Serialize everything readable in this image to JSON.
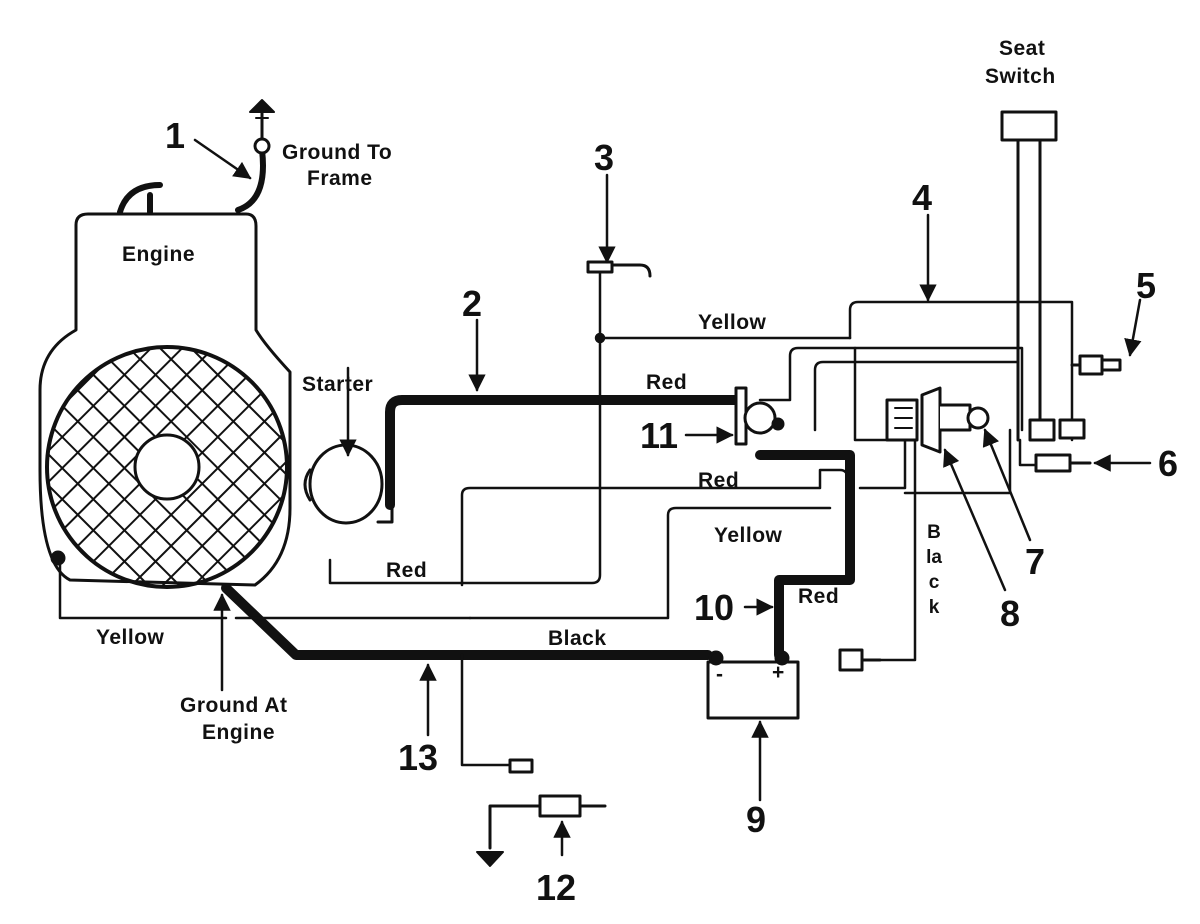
{
  "diagram": {
    "labels": {
      "seat_switch_line1": "Seat",
      "seat_switch_line2": "Switch",
      "ground_to_frame_line1": "Ground To",
      "ground_to_frame_line2": "Frame",
      "engine": "Engine",
      "starter": "Starter",
      "ground_at_engine_line1": "Ground At",
      "ground_at_engine_line2": "Engine",
      "battery_minus": "-",
      "battery_plus": "+"
    },
    "wires": {
      "yellow_top": "Yellow",
      "red_top": "Red",
      "red_mid": "Red",
      "yellow_mid": "Yellow",
      "red_left": "Red",
      "yellow_left": "Yellow",
      "black_main": "Black",
      "red_batt": "Red",
      "black_vertical": "Black"
    },
    "callouts": [
      "1",
      "2",
      "3",
      "4",
      "5",
      "6",
      "7",
      "8",
      "9",
      "10",
      "11",
      "12",
      "13"
    ]
  }
}
